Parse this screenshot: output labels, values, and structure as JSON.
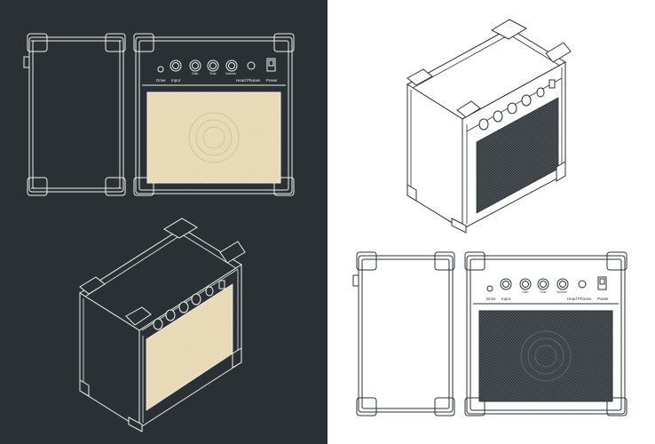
{
  "theme": {
    "dark_bg": "#2a3034",
    "dark_line": "#eef0ee",
    "light_bg": "#ffffff",
    "light_line": "#2a3034",
    "grille_cream": "#efe3c4",
    "grille_dark": "#343a3d"
  },
  "amp": {
    "controls": {
      "drive": "Drive",
      "input": "Input",
      "gain": "Gain",
      "tone": "Tone",
      "volume": "Volume",
      "head_phones": "Head Phones",
      "power": "Power"
    }
  }
}
